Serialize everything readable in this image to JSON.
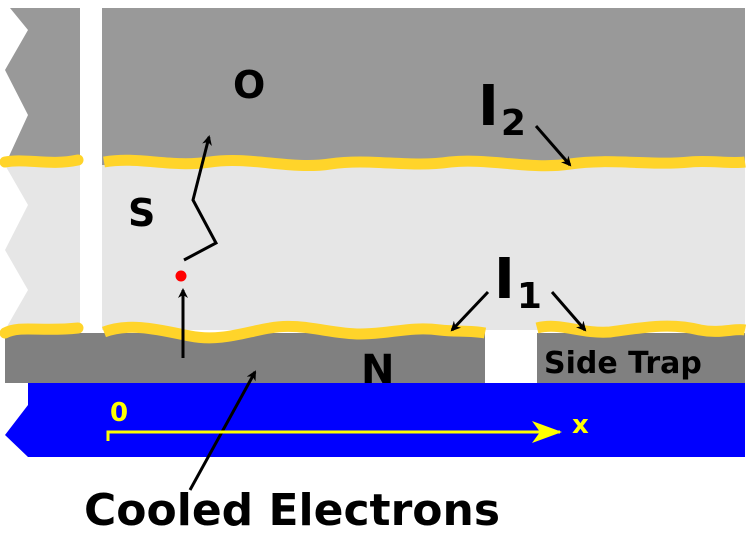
{
  "labels": {
    "O": "O",
    "S": "S",
    "I2_main": "I",
    "I2_sub": "2",
    "I1_main": "I",
    "I1_sub": "1",
    "N": "N",
    "side_trap": "Side Trap",
    "origin": "0",
    "x_axis": "x",
    "caption": "Cooled Electrons"
  },
  "colors": {
    "outer_layer": "#999999",
    "superconductor": "#e6e6e6",
    "insulator_barrier": "#ffd42a",
    "normal_metal": "#808080",
    "substrate": "#0000ff",
    "axis": "#ffff00",
    "electron": "#ff0000",
    "arrow": "#000000"
  },
  "icons": {
    "electron": "red-dot",
    "escape_path": "zigzag-arrow"
  }
}
